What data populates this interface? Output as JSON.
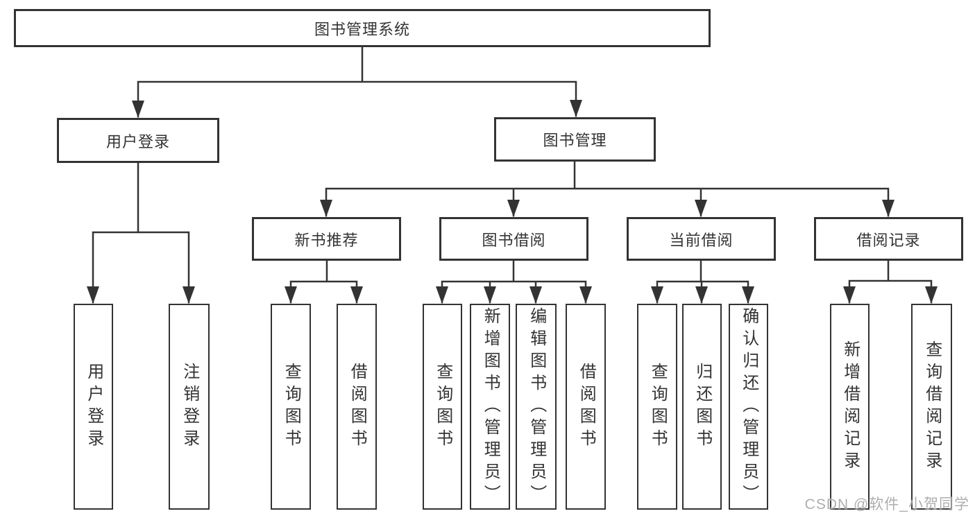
{
  "watermark": "CSDN @软件_小贺同学",
  "diagram": {
    "title": "图书管理系统",
    "level2": {
      "user_login": "用户登录",
      "book_management": "图书管理"
    },
    "level3": {
      "new_book_recommend": "新书推荐",
      "book_borrow": "图书借阅",
      "current_borrow": "当前借阅",
      "borrow_records": "借阅记录"
    },
    "leaves": {
      "user_login": [
        "用户登录",
        "注销登录"
      ],
      "new_book_recommend": [
        "查询图书",
        "借阅图书"
      ],
      "book_borrow": [
        "查询图书",
        "新增图书（管理员）",
        "编辑图书（管理员）",
        "借阅图书"
      ],
      "current_borrow": [
        "查询图书",
        "归还图书",
        "确认归还（管理员）"
      ],
      "borrow_records": [
        "新增借阅记录",
        "查询借阅记录"
      ]
    }
  }
}
